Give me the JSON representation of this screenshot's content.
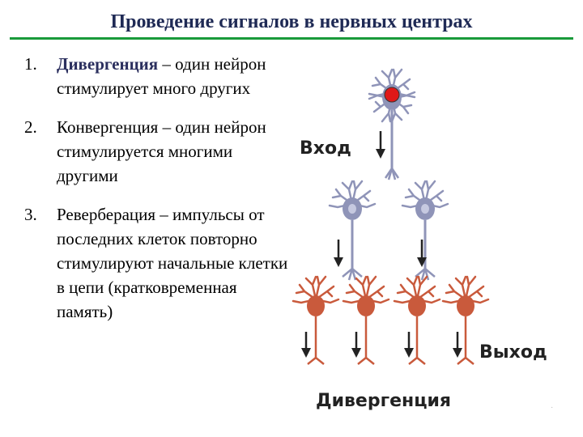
{
  "title": "Проведение сигналов в нервных центрах",
  "colors": {
    "title_text": "#1f2a55",
    "rule": "#1a9a3a",
    "neuron_gray": "#8f94b8",
    "neuron_gray_light": "#c6c9e0",
    "neuron_orange": "#c95a3c",
    "neuron_orange_light": "#e3957e",
    "marker_red": "#e01818"
  },
  "list": {
    "items": [
      {
        "number": "1.",
        "term": "Дивергенция",
        "text": " – один нейрон стимулирует много других"
      },
      {
        "number": "2.",
        "term": "",
        "text": "Конвергенция – один нейрон стимулируется многими другими"
      },
      {
        "number": "3.",
        "term": "",
        "text": "Реверберация – импульсы от последних клеток повторно стимулируют  начальные клетки в цепи (кратковременная память)"
      }
    ]
  },
  "diagram": {
    "input_label": "Вход",
    "output_label": "Выход",
    "caption": "Дивергенция",
    "icons": [
      "neuron-gray-icon",
      "neuron-orange-icon",
      "arrow-down-icon",
      "red-dot-icon"
    ]
  },
  "mini_mark": "·"
}
